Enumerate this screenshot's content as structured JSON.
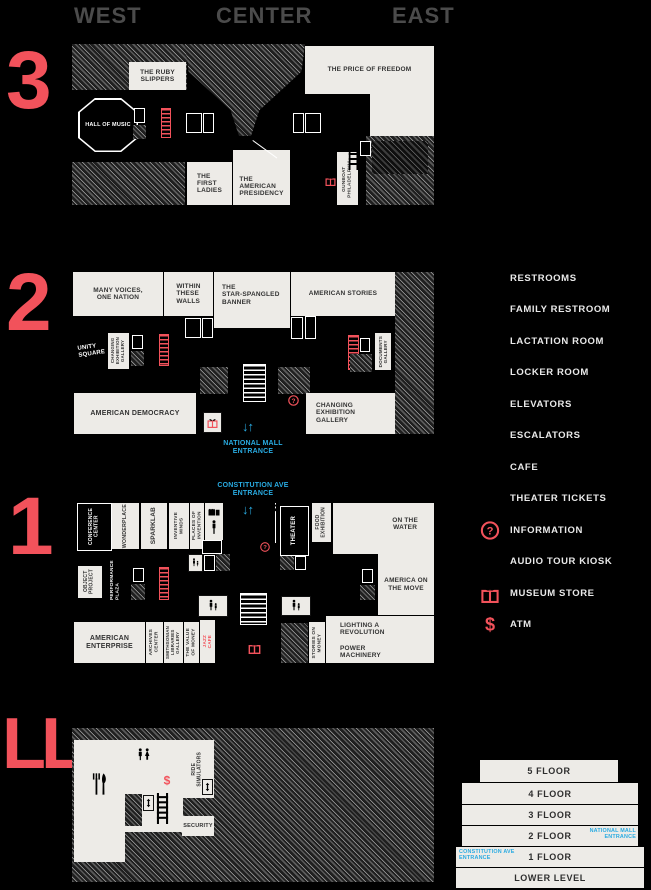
{
  "colors": {
    "red": "#F2525B",
    "cyan": "#29ABE2",
    "room_fill": "#EDEBE7",
    "background": "#000000"
  },
  "header": {
    "west": "WEST",
    "center": "CENTER",
    "east": "EAST"
  },
  "floors": {
    "f3": {
      "number": "3",
      "rooms": {
        "ruby_slippers": "THE RUBY\nSLIPPERS",
        "price_of_freedom": "THE PRICE OF FREEDOM",
        "hall_of_music": "HALL OF MUSIC",
        "first_ladies": "THE\nFIRST\nLADIES",
        "american_presidency": "THE\nAMERICAN\nPRESIDENCY",
        "gunboat_philadelphia": "GUNBOAT\nPHILADELPHIA"
      }
    },
    "f2": {
      "number": "2",
      "arrows": "↓↑",
      "entrance": "NATIONAL MALL\nENTRANCE",
      "rooms": {
        "many_voices": "MANY VOICES,\nONE NATION",
        "within_these_walls": "WITHIN\nTHESE\nWALLS",
        "star_spangled_banner": "THE\nSTAR-SPANGLED\nBANNER",
        "american_stories": "AMERICAN STORIES",
        "unity_square": "UNITY\nSQUARE",
        "changing_gallery_west": "CHANGING\nEXHIBITION\nGALLERY",
        "documents_gallery": "DOCUMENTS\nGALLERY",
        "american_democracy": "AMERICAN DEMOCRACY",
        "changing_gallery_east": "CHANGING\nEXHIBITION\nGALLERY"
      }
    },
    "f1": {
      "number": "1",
      "arrows": "↓↑",
      "entrance": "CONSTITUTION AVE\nENTRANCE",
      "rooms": {
        "conference_center": "CONFERENCE\nCENTER",
        "wonderplace": "WONDERPLACE",
        "sparklab": "SPARKLAB",
        "inventive_minds": "INVENTIVE\nMINDS",
        "places_of_invention": "PLACES OF\nINVENTION",
        "theater": "THEATER",
        "food_exhibition": "FOOD\nEXHIBITION",
        "on_the_water": "ON THE\nWATER",
        "object_project": "OBJECT\nPROJECT",
        "performance_plaza": "PERFORMANCE\nPLAZA",
        "america_on_the_move": "AMERICA ON\nTHE MOVE",
        "american_enterprise": "AMERICAN\nENTERPRISE",
        "archives_center": "ARCHIVES\nCENTER",
        "libraries_gallery": "SMITHSONIAN\nLIBRARIES\nGALLERY",
        "value_of_money": "THE VALUE\nOF MONEY",
        "jazz_cafe": "JAZZ\nCAFE",
        "stories_on_money": "STORIES ON\nMONEY",
        "lighting_a_revolution": "LIGHTING A\nREVOLUTION",
        "power_machinery": "POWER\nMACHINERY"
      }
    },
    "ll": {
      "number": "LL",
      "rooms": {
        "ride_simulators": "RIDE\nSIMULATORS",
        "security": "SECURITY"
      }
    }
  },
  "legend": {
    "items": [
      {
        "icon": "restrooms",
        "label": "RESTROOMS"
      },
      {
        "icon": "family-restroom",
        "label": "FAMILY RESTROOM"
      },
      {
        "icon": "lactation-room",
        "label": "LACTATION ROOM"
      },
      {
        "icon": "locker-room",
        "label": "LOCKER ROOM"
      },
      {
        "icon": "elevators",
        "label": "ELEVATORS"
      },
      {
        "icon": "escalators",
        "label": "ESCALATORS"
      },
      {
        "icon": "cafe",
        "label": "CAFE"
      },
      {
        "icon": "theater-tickets",
        "label": "THEATER TICKETS"
      },
      {
        "icon": "information",
        "label": "INFORMATION"
      },
      {
        "icon": "audio-tour-kiosk",
        "label": "AUDIO TOUR KIOSK"
      },
      {
        "icon": "museum-store",
        "label": "MUSEUM STORE"
      },
      {
        "icon": "atm",
        "label": "ATM"
      }
    ]
  },
  "diagram": {
    "levels": [
      "5 FLOOR",
      "4 FLOOR",
      "3 FLOOR",
      "2 FLOOR",
      "1 FLOOR",
      "LOWER LEVEL"
    ],
    "national_mall": "NATIONAL MALL\nENTRANCE",
    "constitution": "CONSTITUTION AVE\nENTRANCE"
  }
}
